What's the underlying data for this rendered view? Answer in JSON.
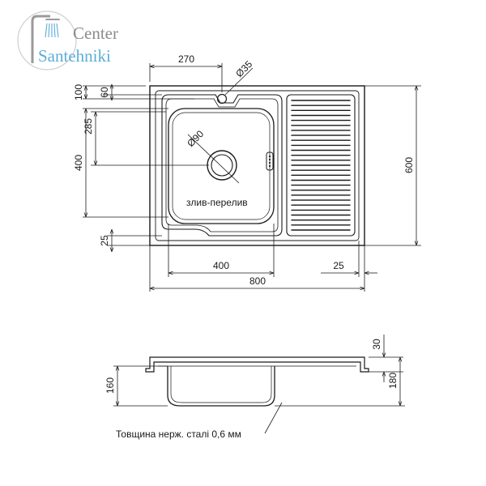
{
  "logo": {
    "line1": "Center",
    "line2": "Santehniki",
    "accent_color": "#5aaed8",
    "text_color": "#8c8c8c",
    "icon": "shower-icon"
  },
  "top_view": {
    "dims": {
      "tap_offset_x": "270",
      "tap_hole_dia": "Ø35",
      "top_margin": "100",
      "tap_offset_y": "60",
      "drain_offset_y": "285",
      "bowl_height": "400",
      "bottom_margin": "25",
      "total_depth": "600",
      "bowl_width": "400",
      "right_margin": "25",
      "total_width": "800"
    },
    "drain_dia": "Ø90",
    "overflow_label": "злив-перелив",
    "overflow_icon": "overflow-slot-icon"
  },
  "side_view": {
    "dims": {
      "rim_height": "30",
      "bowl_depth": "160",
      "total_height": "180"
    },
    "thickness_note": "Товщина нерж. сталі 0,6 мм"
  },
  "colors": {
    "line": "#1a1a1a",
    "background": "#ffffff"
  }
}
